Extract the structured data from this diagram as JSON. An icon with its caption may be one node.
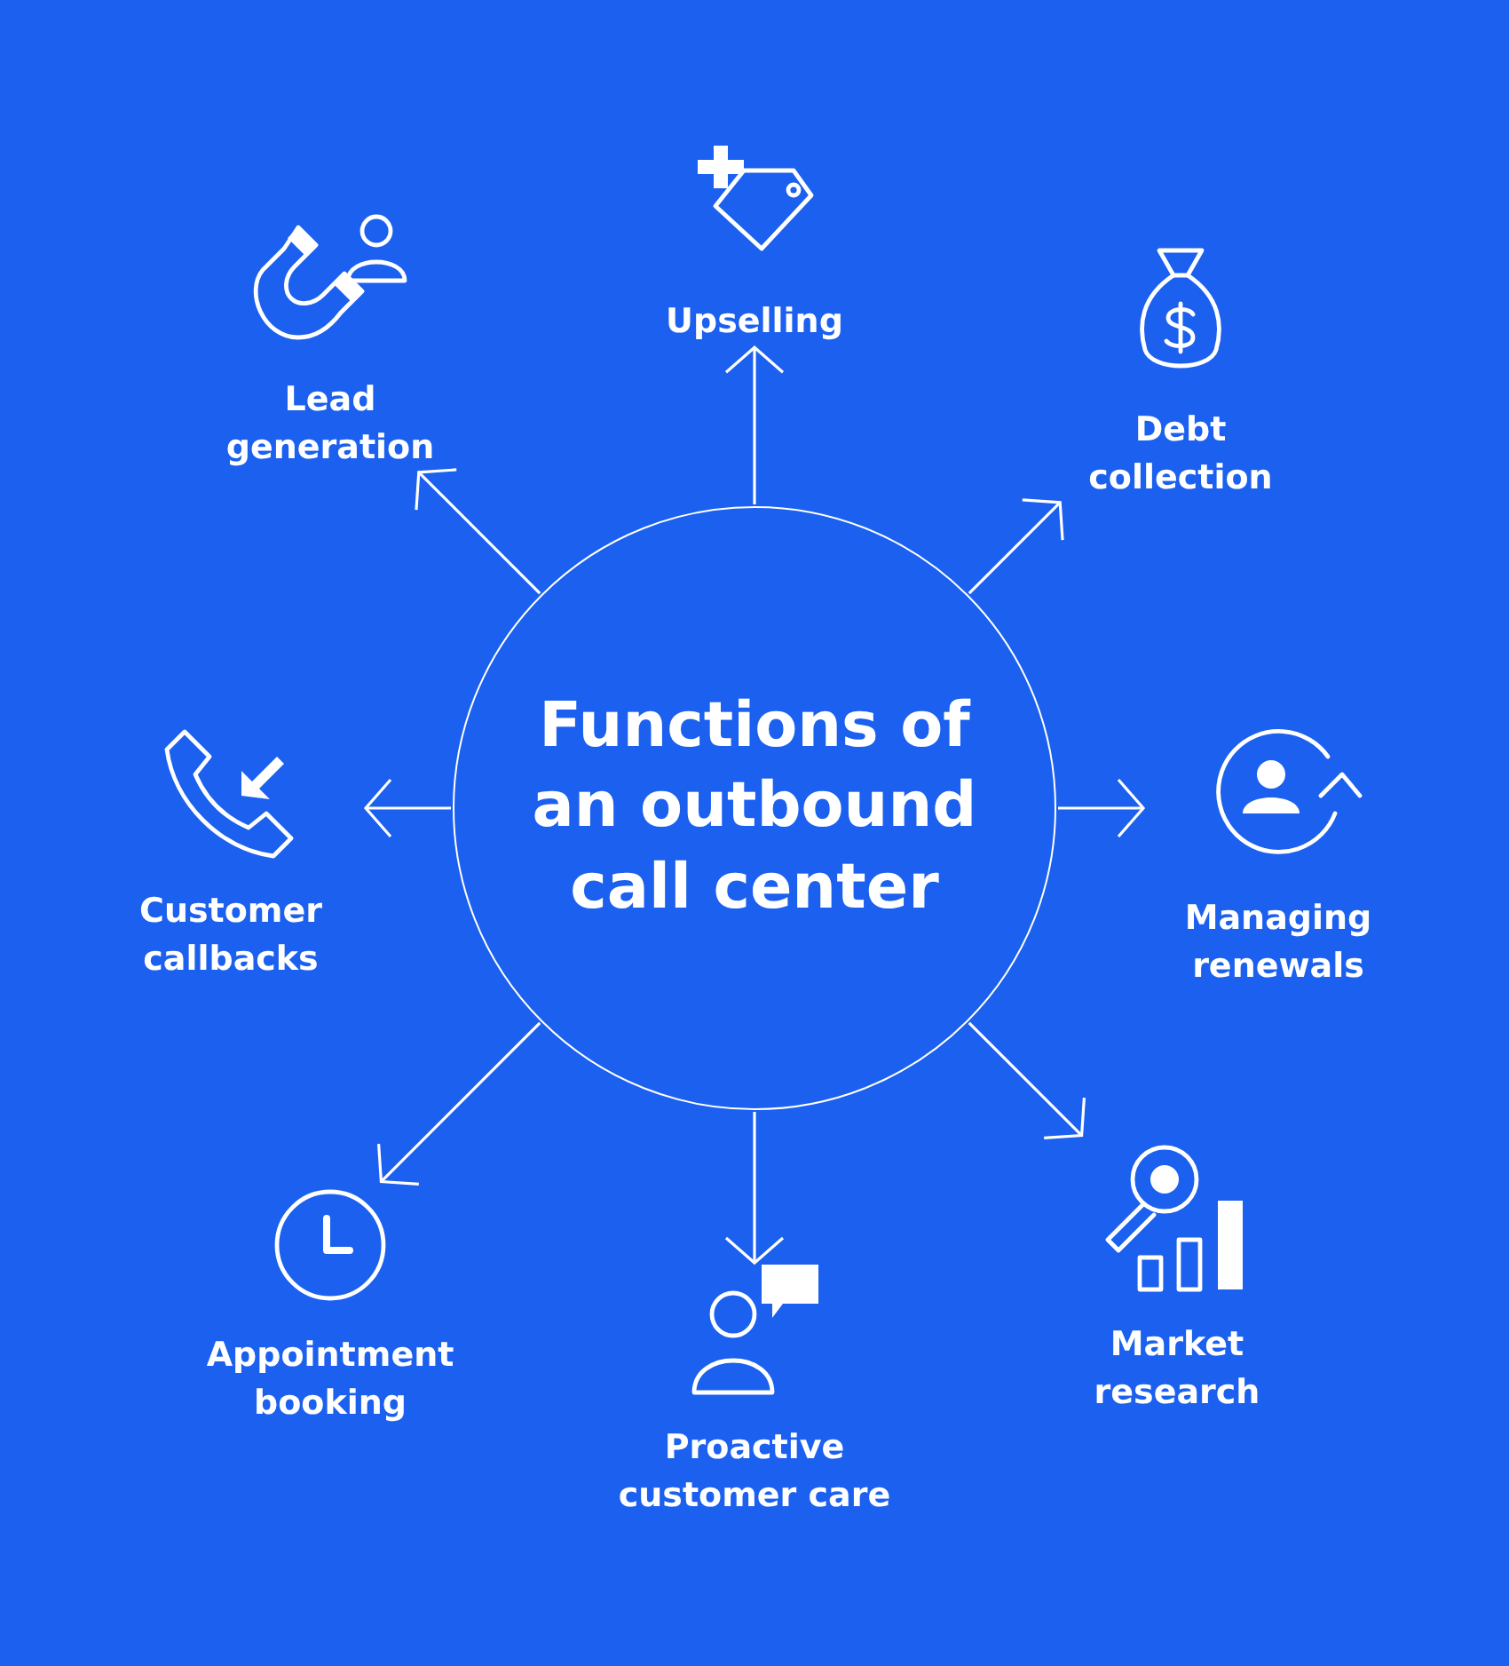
{
  "diagram": {
    "nodes": [
      {
        "text": [
          "Functions of an outbound call center"
        ]
      },
      {
        "text": [
          "Upselling"
        ]
      },
      {
        "text": [
          "Debt collection"
        ]
      },
      {
        "text": [
          "Managing renewals"
        ]
      },
      {
        "text": [
          "Market research"
        ]
      },
      {
        "text": [
          "Proactive customer care"
        ]
      },
      {
        "text": [
          "Appointment booking"
        ]
      },
      {
        "text": [
          "Customer callbacks"
        ]
      },
      {
        "text": [
          "Lead generation"
        ]
      }
    ],
    "edges": [
      {
        "from": 0,
        "to": 1,
        "arrow": "to"
      },
      {
        "from": 0,
        "to": 2,
        "arrow": "to"
      },
      {
        "from": 0,
        "to": 3,
        "arrow": "to"
      },
      {
        "from": 0,
        "to": 4,
        "arrow": "to"
      },
      {
        "from": 0,
        "to": 5,
        "arrow": "to"
      },
      {
        "from": 0,
        "to": 6,
        "arrow": "to"
      },
      {
        "from": 0,
        "to": 7,
        "arrow": "to"
      },
      {
        "from": 0,
        "to": 8,
        "arrow": "to"
      }
    ]
  }
}
